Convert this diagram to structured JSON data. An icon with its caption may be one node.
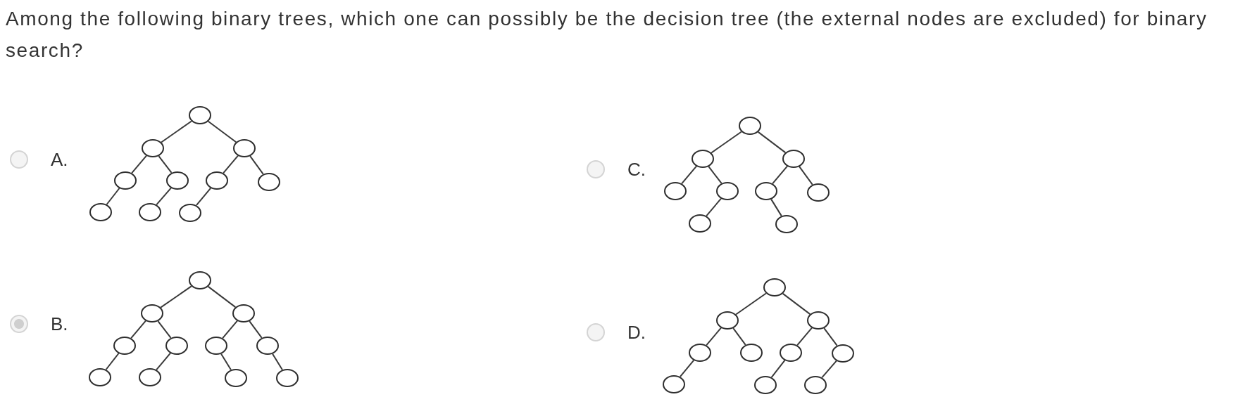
{
  "diagram": {
    "title": "Among the following binary trees, which one can possibly be the decision tree (the external nodes are excluded) for binary search?",
    "nodes": [
      {
        "text": [],
        "shape": "circle"
      },
      {
        "text": [],
        "shape": "circle"
      },
      {
        "text": [],
        "shape": "circle"
      },
      {
        "text": [],
        "shape": "circle"
      },
      {
        "text": [],
        "shape": "circle"
      },
      {
        "text": [],
        "shape": "circle"
      },
      {
        "text": [],
        "shape": "circle"
      },
      {
        "text": [],
        "shape": "circle"
      },
      {
        "text": [],
        "shape": "circle"
      },
      {
        "text": [],
        "shape": "circle"
      },
      {
        "text": [],
        "shape": "circle"
      },
      {
        "text": [],
        "shape": "circle"
      },
      {
        "text": [],
        "shape": "circle"
      },
      {
        "text": [],
        "shape": "circle"
      },
      {
        "text": [],
        "shape": "circle"
      },
      {
        "text": [],
        "shape": "circle"
      },
      {
        "text": [],
        "shape": "circle"
      },
      {
        "text": [],
        "shape": "circle"
      },
      {
        "text": [],
        "shape": "circle"
      },
      {
        "text": [],
        "shape": "circle"
      },
      {
        "text": [],
        "shape": "circle"
      },
      {
        "text": [],
        "shape": "circle"
      },
      {
        "text": [],
        "shape": "circle"
      },
      {
        "text": [],
        "shape": "circle"
      },
      {
        "text": [],
        "shape": "circle"
      },
      {
        "text": [],
        "shape": "circle"
      },
      {
        "text": [],
        "shape": "circle"
      },
      {
        "text": [],
        "shape": "circle"
      },
      {
        "text": [],
        "shape": "circle"
      },
      {
        "text": [],
        "shape": "circle"
      },
      {
        "text": [],
        "shape": "circle"
      },
      {
        "text": [],
        "shape": "circle"
      },
      {
        "text": [],
        "shape": "circle"
      },
      {
        "text": [],
        "shape": "circle"
      },
      {
        "text": [],
        "shape": "circle"
      },
      {
        "text": [],
        "shape": "circle"
      },
      {
        "text": [],
        "shape": "circle"
      },
      {
        "text": [],
        "shape": "circle"
      },
      {
        "text": [],
        "shape": "circle"
      },
      {
        "text": [],
        "shape": "circle"
      }
    ],
    "edges": [
      {
        "from": 0,
        "to": 1,
        "arrow": "none"
      },
      {
        "from": 0,
        "to": 2,
        "arrow": "none"
      },
      {
        "from": 1,
        "to": 3,
        "arrow": "none"
      },
      {
        "from": 1,
        "to": 4,
        "arrow": "none"
      },
      {
        "from": 2,
        "to": 5,
        "arrow": "none"
      },
      {
        "from": 2,
        "to": 6,
        "arrow": "none"
      },
      {
        "from": 3,
        "to": 7,
        "arrow": "none"
      },
      {
        "from": 4,
        "to": 8,
        "arrow": "none"
      },
      {
        "from": 5,
        "to": 9,
        "arrow": "none"
      },
      {
        "from": 10,
        "to": 11,
        "arrow": "none"
      },
      {
        "from": 10,
        "to": 12,
        "arrow": "none"
      },
      {
        "from": 11,
        "to": 13,
        "arrow": "none"
      },
      {
        "from": 11,
        "to": 14,
        "arrow": "none"
      },
      {
        "from": 12,
        "to": 15,
        "arrow": "none"
      },
      {
        "from": 12,
        "to": 16,
        "arrow": "none"
      },
      {
        "from": 14,
        "to": 17,
        "arrow": "none"
      },
      {
        "from": 15,
        "to": 18,
        "arrow": "none"
      },
      {
        "from": 19,
        "to": 20,
        "arrow": "none"
      },
      {
        "from": 19,
        "to": 21,
        "arrow": "none"
      },
      {
        "from": 20,
        "to": 22,
        "arrow": "none"
      },
      {
        "from": 20,
        "to": 23,
        "arrow": "none"
      },
      {
        "from": 21,
        "to": 24,
        "arrow": "none"
      },
      {
        "from": 21,
        "to": 25,
        "arrow": "none"
      },
      {
        "from": 22,
        "to": 26,
        "arrow": "none"
      },
      {
        "from": 23,
        "to": 27,
        "arrow": "none"
      },
      {
        "from": 24,
        "to": 28,
        "arrow": "none"
      },
      {
        "from": 25,
        "to": 29,
        "arrow": "none"
      },
      {
        "from": 30,
        "to": 31,
        "arrow": "none"
      },
      {
        "from": 30,
        "to": 32,
        "arrow": "none"
      },
      {
        "from": 31,
        "to": 33,
        "arrow": "none"
      },
      {
        "from": 31,
        "to": 34,
        "arrow": "none"
      },
      {
        "from": 32,
        "to": 35,
        "arrow": "none"
      },
      {
        "from": 32,
        "to": 36,
        "arrow": "none"
      },
      {
        "from": 33,
        "to": 37,
        "arrow": "none"
      },
      {
        "from": 35,
        "to": 38,
        "arrow": "none"
      },
      {
        "from": 36,
        "to": 39,
        "arrow": "none"
      }
    ],
    "labels": [
      "A.",
      "C.",
      "B.",
      "D."
    ]
  }
}
